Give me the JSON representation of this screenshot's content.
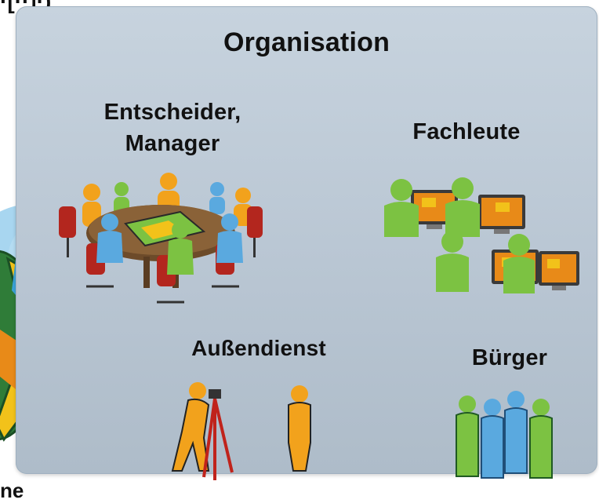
{
  "header_fragment": "·[··]·)",
  "footer_fragment": "ne",
  "title": "Organisation",
  "groups": {
    "managers": {
      "label": "Entscheider,",
      "label2": "Manager",
      "icon": "meeting-table-icon"
    },
    "experts": {
      "label": "Fachleute",
      "icon": "gis-workstations-icon"
    },
    "field": {
      "label": "Außendienst",
      "icon": "surveyor-icon"
    },
    "citizens": {
      "label": "Bürger",
      "icon": "citizens-group-icon"
    }
  },
  "colors": {
    "panel": "#b9c6d3",
    "green": "#7cc242",
    "orange": "#f2a21c",
    "blue": "#5aa9df",
    "chair": "#b3261e",
    "table": "#6d4b2a"
  }
}
